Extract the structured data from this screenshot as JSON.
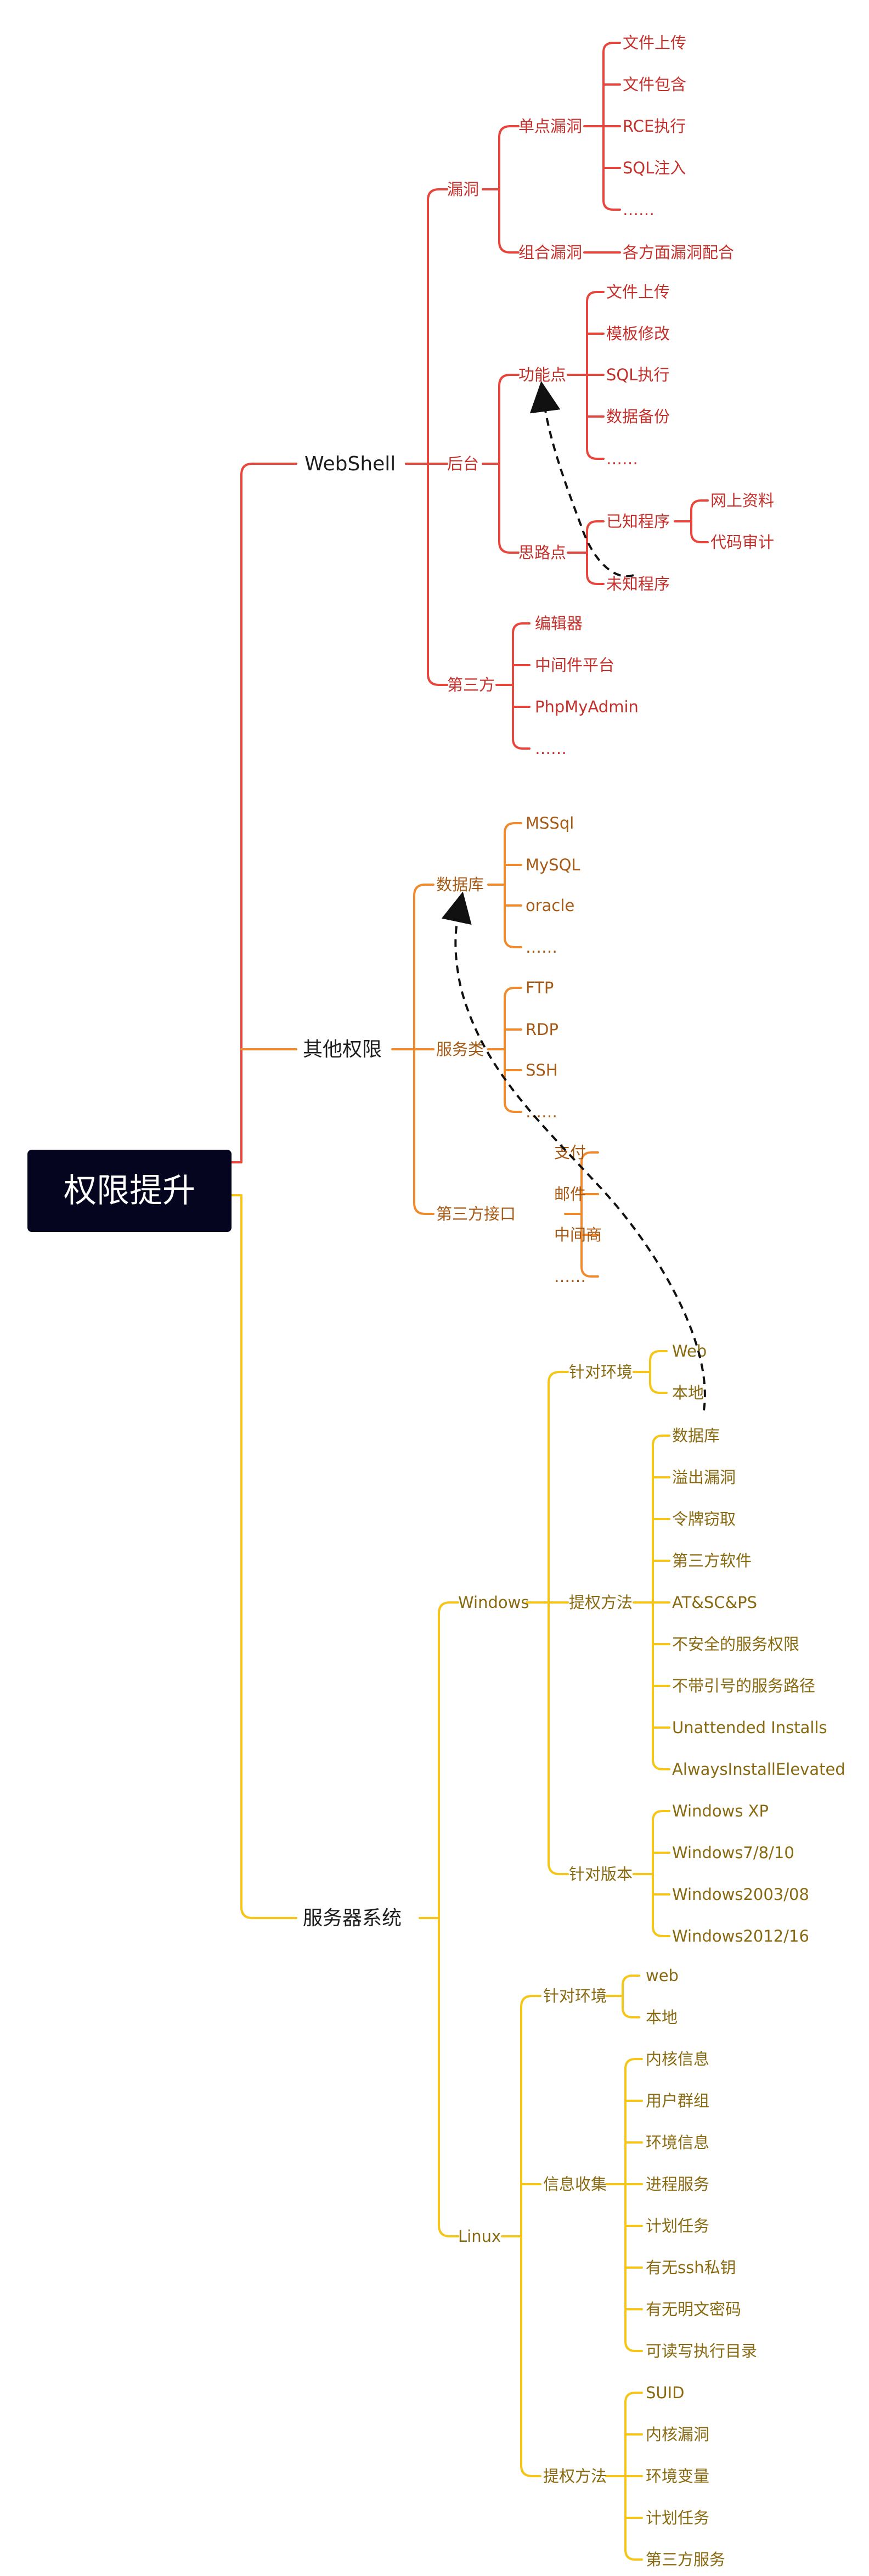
{
  "root": {
    "label": "权限提升"
  },
  "branches": [
    {
      "label": "WebShell",
      "color": "#e8453c",
      "children": [
        {
          "label": "漏洞",
          "children": [
            {
              "label": "单点漏洞",
              "children": [
                "文件上传",
                "文件包含",
                "RCE执行",
                "SQL注入",
                "……"
              ]
            },
            {
              "label": "组合漏洞",
              "children": [
                "各方面漏洞配合"
              ]
            }
          ]
        },
        {
          "label": "后台",
          "children": [
            {
              "label": "功能点",
              "children": [
                "文件上传",
                "模板修改",
                "SQL执行",
                "数据备份",
                "……"
              ]
            },
            {
              "label": "思路点",
              "children": [
                {
                  "label": "已知程序",
                  "children": [
                    "网上资料",
                    "代码审计"
                  ]
                },
                {
                  "label": "未知程序"
                }
              ]
            }
          ]
        },
        {
          "label": "第三方",
          "children": [
            "编辑器",
            "中间件平台",
            "PhpMyAdmin",
            "……"
          ]
        }
      ]
    },
    {
      "label": "其他权限",
      "color": "#f08a2c",
      "children": [
        {
          "label": "数据库",
          "children": [
            "MSSql",
            "MySQL",
            "oracle",
            "……"
          ]
        },
        {
          "label": "服务类",
          "children": [
            "FTP",
            "RDP",
            "SSH",
            "……"
          ]
        },
        {
          "label": "第三方接口",
          "children": [
            "支付",
            "邮件",
            "中间商",
            "……"
          ]
        }
      ]
    },
    {
      "label": "服务器系统",
      "color": "#f5c518",
      "children": [
        {
          "label": "Windows",
          "children": [
            {
              "label": "针对环境",
              "children": [
                "Web",
                "本地"
              ]
            },
            {
              "label": "提权方法",
              "children": [
                "数据库",
                "溢出漏洞",
                "令牌窃取",
                "第三方软件",
                "AT&SC&PS",
                "不安全的服务权限",
                "不带引号的服务路径",
                "Unattended Installs",
                "AlwaysInstallElevated"
              ]
            },
            {
              "label": "针对版本",
              "children": [
                "Windows XP",
                "Windows7/8/10",
                "Windows2003/08",
                "Windows2012/16"
              ]
            }
          ]
        },
        {
          "label": "Linux",
          "children": [
            {
              "label": "针对环境",
              "children": [
                "web",
                "本地"
              ]
            },
            {
              "label": "信息收集",
              "children": [
                "内核信息",
                "用户群组",
                "环境信息",
                "进程服务",
                "计划任务",
                "有无ssh私钥",
                "有无明文密码",
                "可读写执行目录"
              ]
            },
            {
              "label": "提权方法",
              "children": [
                "SUID",
                "内核漏洞",
                "环境变量",
                "计划任务",
                "第三方服务"
              ]
            }
          ]
        }
      ]
    }
  ]
}
